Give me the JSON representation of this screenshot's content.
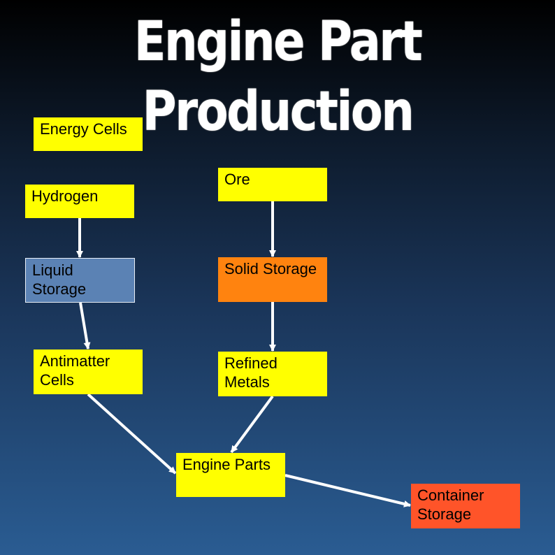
{
  "title": "Engine Part Production",
  "colors": {
    "raw": "#ffff00",
    "liquid_storage": "#5b82b4",
    "solid_storage": "#ff830f",
    "container_storage": "#ff5429",
    "arrow": "#ffffff"
  },
  "nodes": {
    "energy_cells": {
      "label": "Energy Cells",
      "color": "#ffff00"
    },
    "hydrogen": {
      "label": "Hydrogen",
      "color": "#ffff00"
    },
    "liquid_storage": {
      "label": "Liquid Storage",
      "color": "#5b82b4"
    },
    "antimatter_cells": {
      "label": "Antimatter Cells",
      "color": "#ffff00"
    },
    "ore": {
      "label": "Ore",
      "color": "#ffff00"
    },
    "solid_storage": {
      "label": "Solid Storage",
      "color": "#ff830f"
    },
    "refined_metals": {
      "label": "Refined Metals",
      "color": "#ffff00"
    },
    "engine_parts": {
      "label": "Engine Parts",
      "color": "#ffff00"
    },
    "container_storage": {
      "label": "Container Storage",
      "color": "#ff5429"
    }
  },
  "edges": [
    {
      "from": "hydrogen",
      "to": "liquid_storage"
    },
    {
      "from": "liquid_storage",
      "to": "antimatter_cells"
    },
    {
      "from": "ore",
      "to": "solid_storage"
    },
    {
      "from": "solid_storage",
      "to": "refined_metals"
    },
    {
      "from": "antimatter_cells",
      "to": "engine_parts"
    },
    {
      "from": "refined_metals",
      "to": "engine_parts"
    },
    {
      "from": "engine_parts",
      "to": "container_storage"
    }
  ]
}
